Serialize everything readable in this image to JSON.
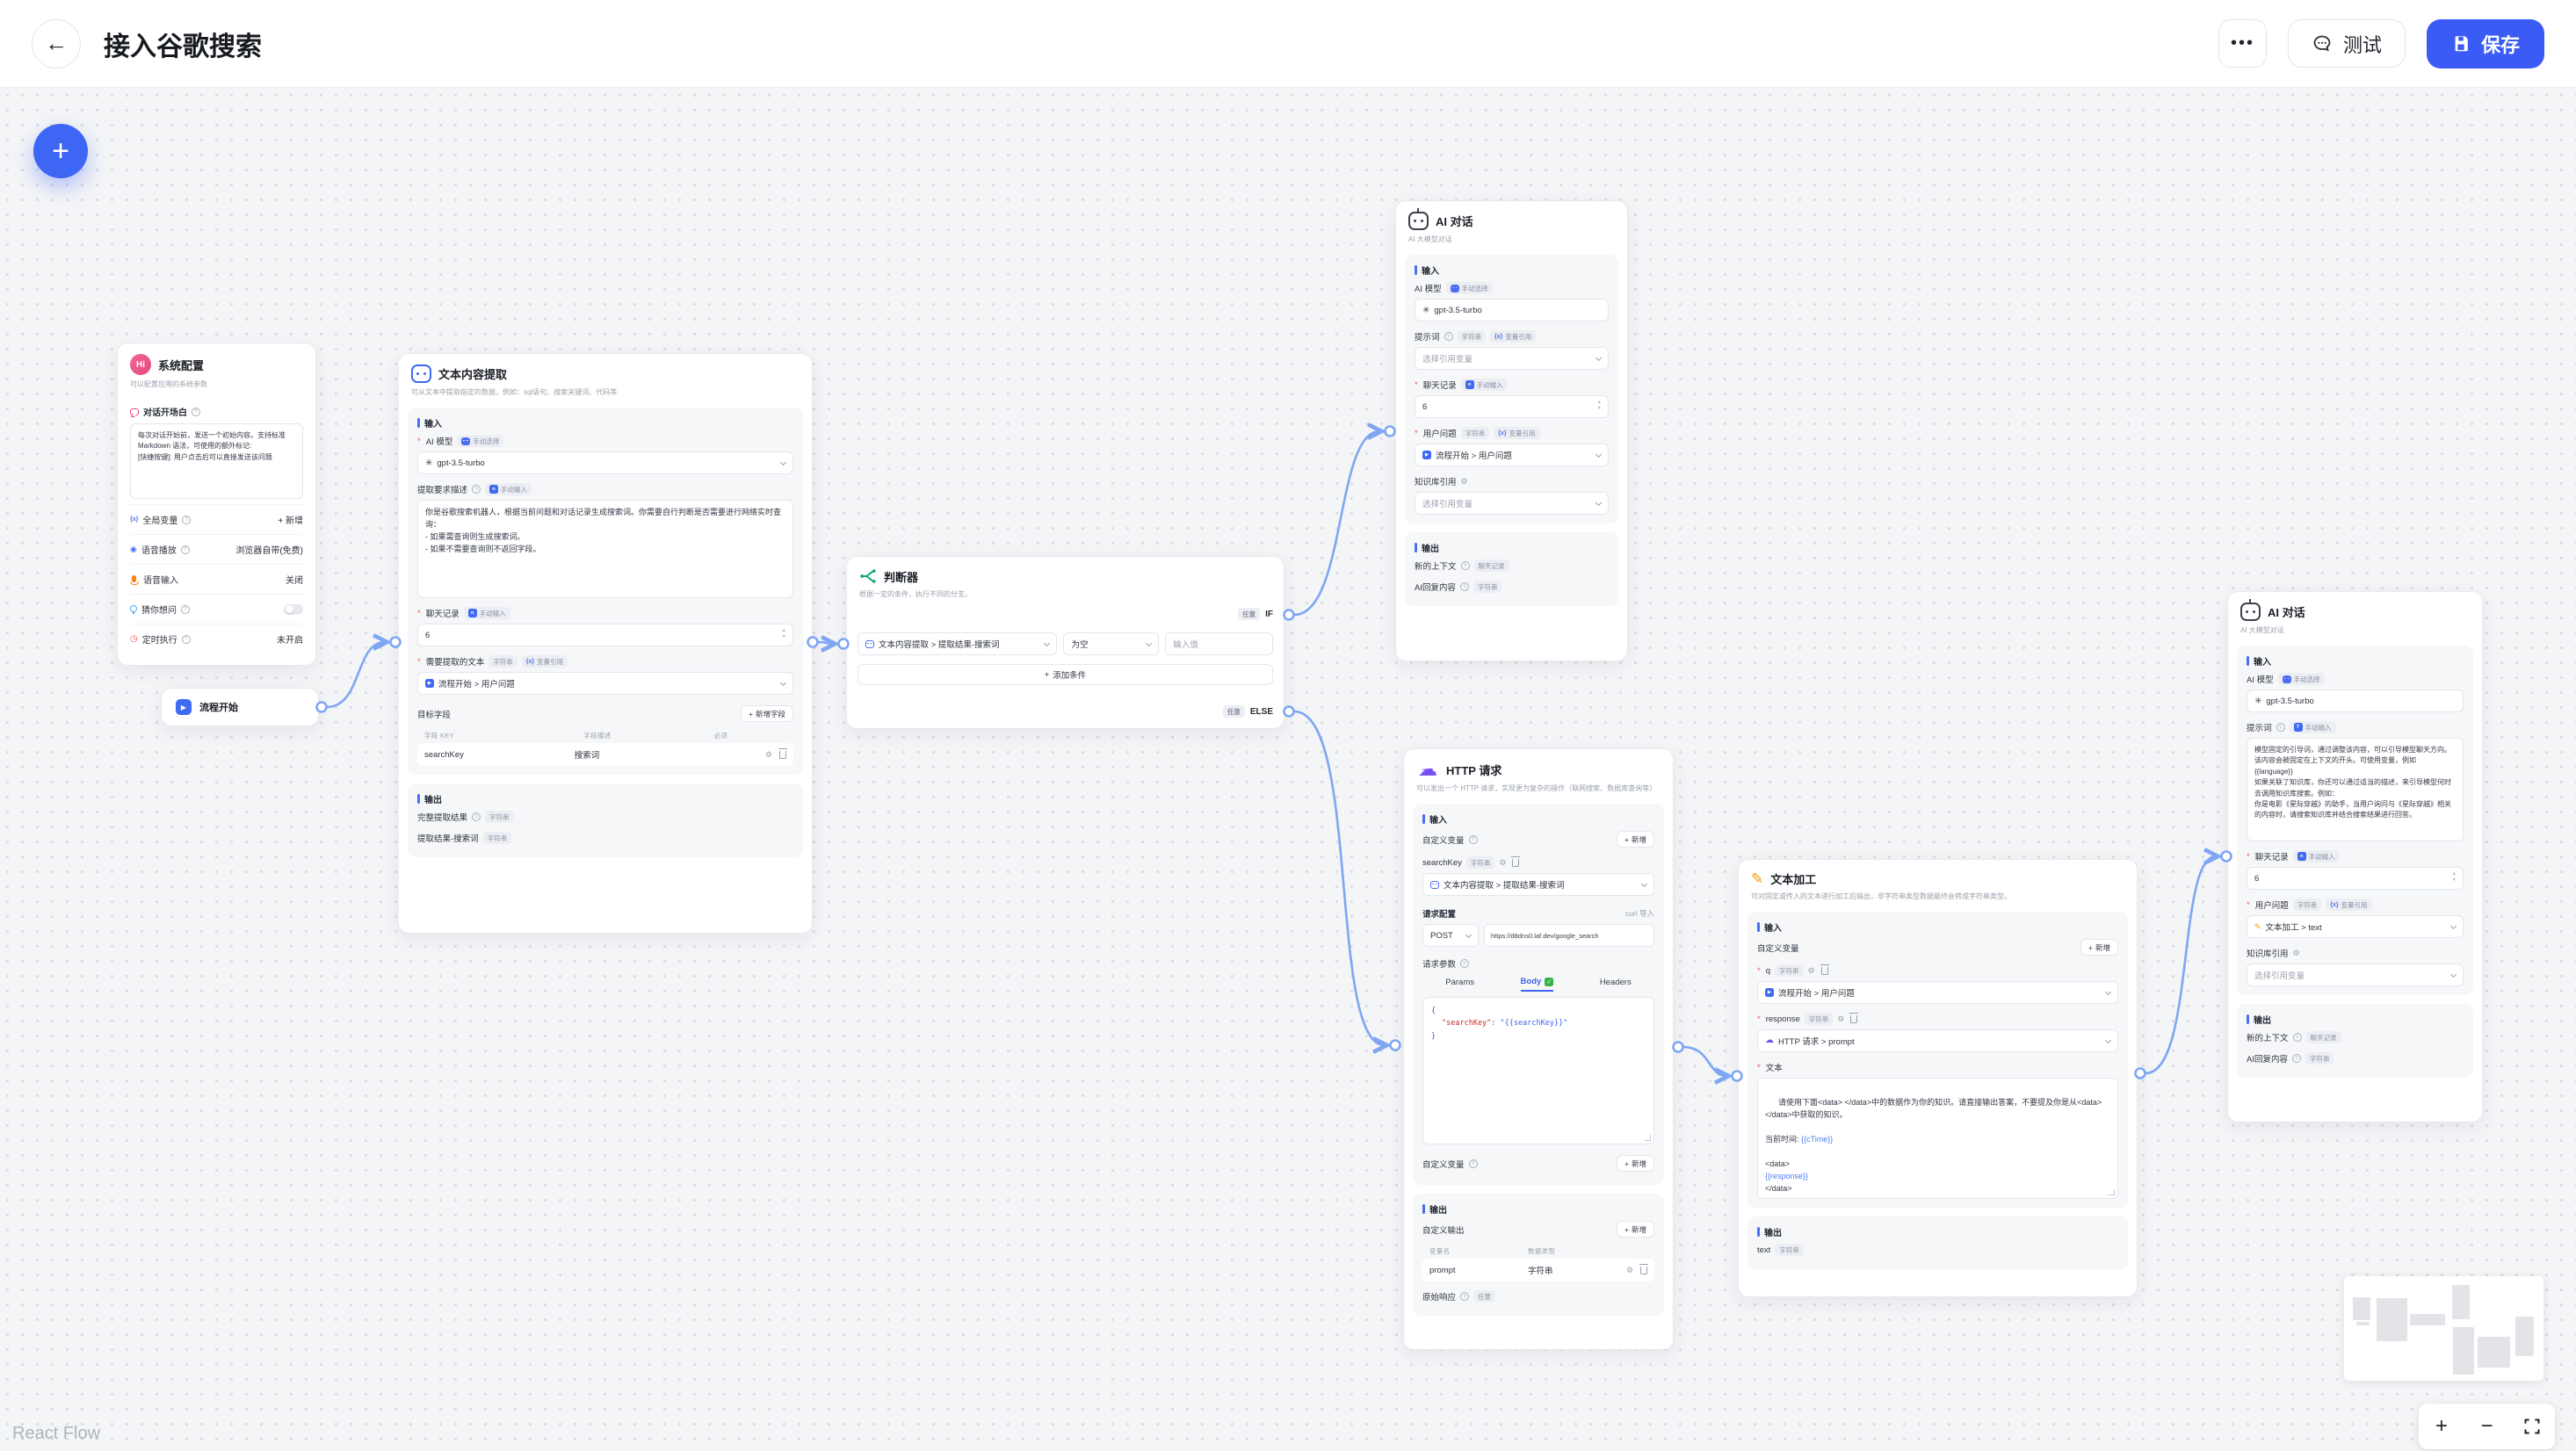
{
  "header": {
    "title": "接入谷歌搜索",
    "test_label": "测试",
    "save_label": "保存"
  },
  "icons": {
    "back": "←",
    "dots": "•••",
    "help": "?",
    "gear": "⚙",
    "cloud": "☁",
    "pencil": "✎",
    "openai": "✳",
    "check": "✓",
    "plus": "+",
    "minus": "−",
    "up": "▲",
    "down": "▼",
    "clock": "◷",
    "audio": "◉",
    "var_brace": "{x}",
    "num_badge": "n",
    "text_badge": "T",
    "flow_start": "▶",
    "http_word": "HTTP"
  },
  "colors": {
    "primary": "#3b5bf6",
    "fab": "#3e66f5",
    "edge": "#7ea6f3",
    "canvas_bg": "#f4f5f7",
    "panel_bg": "#f6f7f9",
    "green": "#0ca678",
    "purple": "#7950f2",
    "orange": "#f59f00",
    "pink": "#e64980",
    "red_required": "#f25555",
    "body_tab_active": "#3b64f0"
  },
  "common": {
    "input_section": "输入",
    "output_section": "输出",
    "ai_model_label": "AI 模型",
    "manual_select": "手动选择",
    "manual_input": "手动输入",
    "string_tag": "字符串",
    "any_tag": "任意",
    "chat_record_tag": "聊天记录",
    "var_ref_tag": "变量引用",
    "model_name": "gpt-3.5-turbo",
    "select_placeholder": "选择引用变量",
    "chat_label": "聊天记录",
    "chat_rounds": "6",
    "prompt_label": "提示词",
    "user_question_label": "用户问题",
    "kb_label": "知识库引用",
    "new_context_label": "新的上下文",
    "ai_reply_label": "AI回复内容",
    "add_new": "新增",
    "custom_var_label": "自定义变量"
  },
  "refs": {
    "start_user_question": "流程开始 > 用户问题",
    "extract_search_key": "文本内容提取 > 提取结果-搜索词",
    "http_prompt": "HTTP 请求 > prompt",
    "textproc_text": "文本加工 > text"
  },
  "nodes": {
    "system": {
      "badge": "Hi",
      "title": "系统配置",
      "subtitle": "可以配置应用的系统参数",
      "opening_label": "对话开场白",
      "opening_placeholder": "每次对话开始前，发送一个初始内容。支持标准\nMarkdown 语法，可使用的额外标记:\n[快捷按键]: 用户点击后可以直接发送该问题",
      "rows": [
        {
          "label": "全局变量",
          "value": "+ 新增"
        },
        {
          "label": "语音播放",
          "value": "浏览器自带(免费)"
        },
        {
          "label": "语音输入",
          "value": "关闭"
        },
        {
          "label": "猜你想问",
          "value": ""
        },
        {
          "label": "定时执行",
          "value": "未开启"
        }
      ]
    },
    "start": {
      "title": "流程开始"
    },
    "extract": {
      "title": "文本内容提取",
      "subtitle": "可从文本中提取指定的数据，例如：sql语句、搜索关键词、代码等",
      "desc_label": "提取要求描述",
      "prompt": "你是谷歌搜索机器人，根据当前问题和对话记录生成搜索词。你需要自行判断是否需要进行网络实时查询：\n- 如果需查询则生成搜索词。\n- 如果不需要查询则不返回字段。",
      "need_text_label": "需要提取的文本",
      "target_fields_label": "目标字段",
      "add_field": "新增字段",
      "col_key": "字段 KEY",
      "col_desc": "字段描述",
      "col_required": "必须",
      "field_key": "searchKey",
      "field_desc": "搜索词",
      "out_full_label": "完整提取结果",
      "out_search_label": "提取结果-搜索词"
    },
    "classifier": {
      "title": "判断器",
      "subtitle": "根据一定的条件，执行不同的分支。",
      "if_label": "IF",
      "else_label": "ELSE",
      "cond_op": "为空",
      "cond_value_placeholder": "输入值",
      "add_condition": "添加条件"
    },
    "ai_top": {
      "title": "AI 对话",
      "subtitle": "AI 大模型对话"
    },
    "http": {
      "title": "HTTP 请求",
      "subtitle": "可以发出一个 HTTP 请求，实现更为复杂的操作（联网搜索、数据库查询等）",
      "req_config_label": "请求配置",
      "curl_import": "curl 导入",
      "method": "POST",
      "url": "https://d8dns0.laf.dev/google_search",
      "req_params_label": "请求参数",
      "tabs": [
        "Params",
        "Body",
        "Headers"
      ],
      "body_open": "{",
      "body_key": "\"searchKey\"",
      "body_colon": ": ",
      "body_value": "\"{{searchKey}}\"",
      "body_close": "}",
      "var_name": "searchKey",
      "custom_output_label": "自定义输出",
      "col_var": "变量名",
      "col_type": "数据类型",
      "out_var": "prompt",
      "out_type": "字符串",
      "raw_resp_label": "原始响应"
    },
    "textproc": {
      "title": "文本加工",
      "subtitle": "可对固定或传入的文本进行加工后输出，非字符串类型数据最终会转成字符串类型。",
      "var_q": "q",
      "var_response": "response",
      "text_label": "文本",
      "text_line1": "请使用下面<data> </data>中的数据作为你的知识。请直接输出答案，不要提及你是从<data> </data>中获取的知识。",
      "time_prefix": "当前时间: ",
      "time_var": "{{cTime}}",
      "data_open": "<data>",
      "response_var": "{{response}}",
      "data_close": "</data>",
      "out_text": "text"
    },
    "ai_right": {
      "title": "AI 对话",
      "subtitle": "AI 大模型对话",
      "prompt_placeholder": "模型固定的引导词，通过调整该内容，可以引导模型聊天方向。该内容会被固定在上下文的开头。可使用变量，例如 {{language}}\n如果关联了知识库，你还可以通过适当的描述，来引导模型何时去调用知识库搜索。例如：\n你是电影《星际穿越》的助手，当用户询问与《星际穿越》相关的内容时，请搜索知识库并结合搜索结果进行回答。"
    }
  },
  "footer": {
    "attribution": "React Flow"
  }
}
